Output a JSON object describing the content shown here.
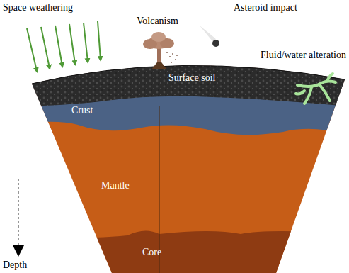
{
  "diagram": {
    "labels": [
      "Space weathering",
      "Volcanism",
      "Asteroid impact",
      "Fluid/water alteration",
      "Surface soil",
      "Crust",
      "Mantle",
      "Core",
      "Depth"
    ]
  }
}
